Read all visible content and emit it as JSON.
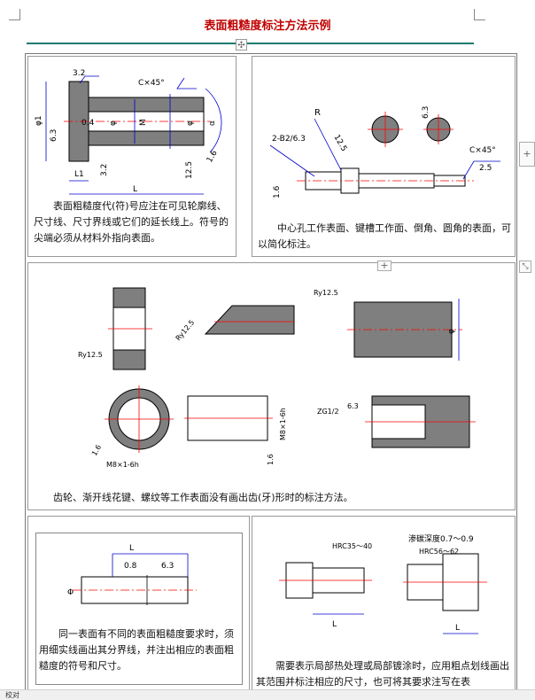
{
  "document": {
    "title": "表面粗糙度标注方法示例"
  },
  "cells": {
    "c1": {
      "caption": "表面粗糙度代(符)号应注在可见轮廓线、尺寸线、尺寸界线或它们的延长线上。符号的尖端必须从材料外指向表面。",
      "labels": {
        "r32": "3.2",
        "c45": "C×45°",
        "phi1": "φ1",
        "v63": "6.3",
        "v04": "0.4",
        "phi": "φ",
        "m": "M",
        "phi2": "φ",
        "alpha": "α",
        "v125": "12.5",
        "v16": "1.6",
        "l1": "L1",
        "v32b": "3.2",
        "l": "L"
      }
    },
    "c2": {
      "caption": "中心孔工作表面、键槽工作面、倒角、圆角的表面，可以简化标注。",
      "labels": {
        "r": "R",
        "b2": "2-B2/6.3",
        "v125": "12.5",
        "v63a": "6.3",
        "c45": "C×45°",
        "v25": "2.5",
        "v16": "1.6"
      }
    },
    "c3": {
      "caption": "齿轮、渐开线花键、螺纹等工作表面没有画出齿(牙)形时的标注方法。",
      "labels": {
        "ry125a": "Ry12.5",
        "ry125b": "Ry12.5",
        "ry125c": "Ry12.5",
        "phi": "φ",
        "m8a": "M8×1-6h",
        "m8b": "M8×1-6h",
        "v16a": "1.6",
        "v16b": "1.6",
        "zg": "ZG1/2",
        "v63": "6.3"
      }
    },
    "c4": {
      "caption": "同一表面有不同的表面粗糙度要求时，须用细实线画出其分界线，并注出相应的表面粗糙度的符号和尺寸。",
      "labels": {
        "l": "L",
        "v08": "0.8",
        "v63": "6.3",
        "phi": "Φ"
      }
    },
    "c5": {
      "caption": "需要表示局部热处理或局部镀涂时，应用粗点划线画出其范围并标注相应的尺寸，也可将其要求注写在表",
      "labels": {
        "hrc35": "HRC35～40",
        "l": "L",
        "carb": "渗碳深度0.7～0.9",
        "hrc56": "HRC56～62",
        "l2": "L"
      }
    }
  },
  "ui": {
    "add_row_label": "+",
    "add_side_label": "+",
    "move_label": "✣",
    "resize_label": "⤡",
    "status_text": "校对"
  },
  "colors": {
    "title": "#c00000",
    "rule": "#1f7a6e",
    "dim": "#0000cc",
    "center": "#ff0000",
    "hatch": "#7f7f7f"
  }
}
